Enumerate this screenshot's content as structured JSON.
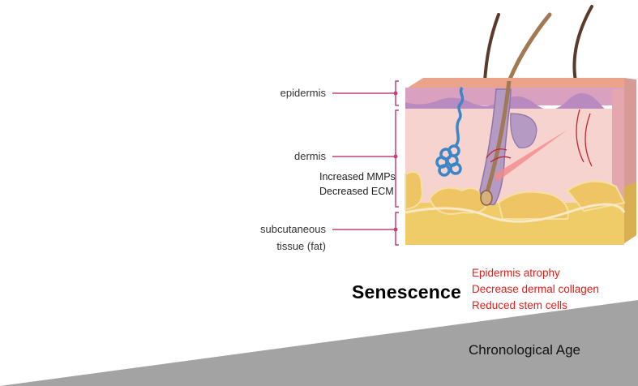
{
  "labels": {
    "epidermis": "epidermis",
    "dermis": "dermis",
    "subcutaneous_line1": "subcutaneous",
    "subcutaneous_line2": "tissue (fat)"
  },
  "dermis_notes": [
    "Increased MMPs",
    "Decreased ECM"
  ],
  "title": "Senescence",
  "effects": [
    "Epidermis atrophy",
    "Decrease dermal collagen",
    "Reduced stem cells"
  ],
  "axis_label": "Chronological Age",
  "colors": {
    "leader_line": "#c2417a",
    "effects_text": "#e0201c",
    "age_wedge": "#a3a3a3",
    "epidermis": "#e8a98a",
    "dermis": "#f7d3cf",
    "fat": "#f0cc68",
    "vessel_blue": "#3a86c8"
  }
}
